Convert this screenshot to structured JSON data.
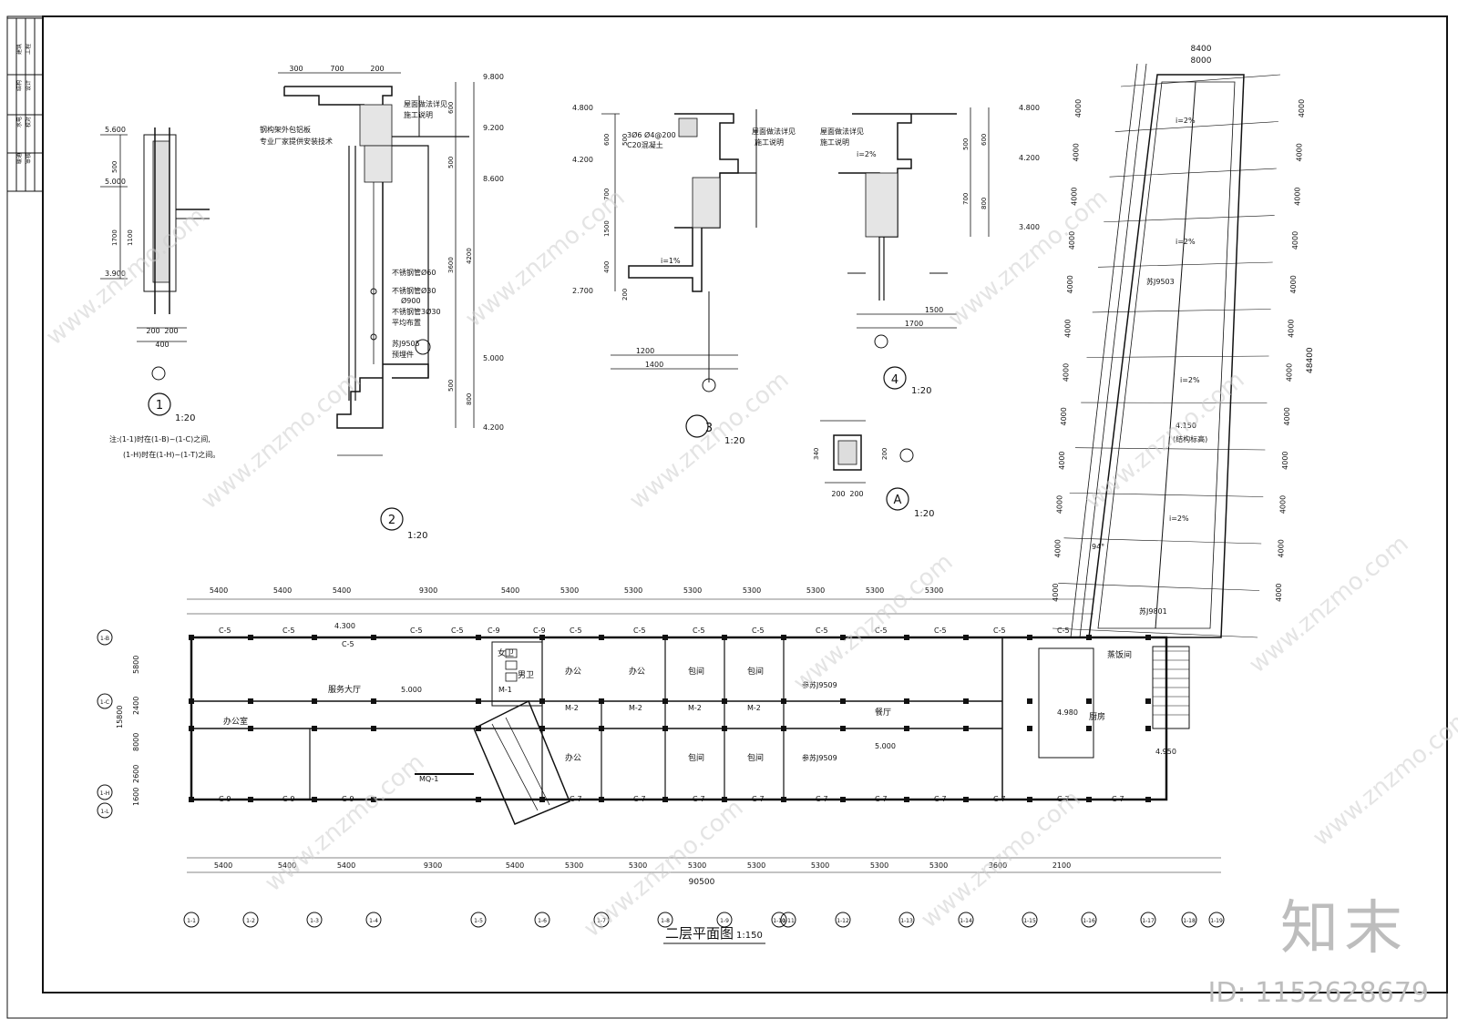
{
  "plan": {
    "title": "二层平面图",
    "scale": "1:150",
    "overall_dim": "90500",
    "rooms": [
      "办公室",
      "服务大厅",
      "办公",
      "办公",
      "包间",
      "包间",
      "办公",
      "包间",
      "包间",
      "餐厅",
      "厨房",
      "蒸饭间",
      "女卫",
      "男卫"
    ],
    "levels": [
      "4.300",
      "5.000",
      "4.980",
      "4.950",
      "5.000"
    ],
    "refs": [
      "参苏J9509",
      "参苏J9509",
      "苏J9801"
    ],
    "axis_bottom": [
      "1-1",
      "1-2",
      "1-3",
      "1-4",
      "1-5",
      "1-6",
      "1-7",
      "1-8",
      "1-9",
      "1-10",
      "1-11",
      "1-12",
      "1-13",
      "1-14",
      "1-15",
      "1-16",
      "1-17",
      "1-18",
      "1-19"
    ],
    "axis_left": [
      "1-B",
      "1-C",
      "1-H",
      "1-L"
    ],
    "dims_top": [
      "5400",
      "5400",
      "5400",
      "9300",
      "5400",
      "5300",
      "5300",
      "5300",
      "5300",
      "5300",
      "5300",
      "5300"
    ],
    "dims_bottom": [
      "5400",
      "5400",
      "5400",
      "9300",
      "5400",
      "5300",
      "5300",
      "5300",
      "5300",
      "5300",
      "5300",
      "5300",
      "3600",
      "2100"
    ],
    "dims_left": [
      "5800",
      "2400",
      "8000",
      "2600",
      "1600"
    ],
    "overall_left": "15800",
    "windows": [
      "C-5",
      "C-9",
      "C-7",
      "C-2",
      "M-2",
      "M-1",
      "MQ-1"
    ]
  },
  "wing": {
    "overall": "8400",
    "inner": "8000",
    "total_len": "48400",
    "slope": "i=2%",
    "level": "4.150",
    "level_note": "(结构标高)",
    "ref": "苏J9503",
    "bays": [
      "4000",
      "4000",
      "4000",
      "4000",
      "4000",
      "4000",
      "4000",
      "4000",
      "4000",
      "4000",
      "4000",
      "4000"
    ],
    "angle": "94°"
  },
  "details": [
    {
      "id": "1",
      "scale": "1:20",
      "levels": [
        "5.600",
        "5.000",
        "3.900"
      ],
      "dims": [
        "500",
        "1700",
        "1100",
        "400",
        "200",
        "200"
      ]
    },
    {
      "id": "2",
      "scale": "1:20",
      "levels": [
        "9.800",
        "9.200",
        "8.600",
        "5.000",
        "4.200"
      ],
      "dims": [
        "300",
        "700",
        "200",
        "600",
        "500",
        "4200",
        "3600",
        "500",
        "800"
      ],
      "notes": [
        "钢构架外包铝板",
        "专业厂家提供安装技术",
        "屋面做法详见",
        "施工说明",
        "不锈钢管Ø60",
        "不锈钢管Ø30",
        "Ø900",
        "不锈钢管3Ø30",
        "平均布置",
        "苏J9505",
        "预埋件"
      ]
    },
    {
      "id": "3",
      "scale": "1:20",
      "levels": [
        "4.800",
        "4.200",
        "2.700"
      ],
      "dims": [
        "600",
        "500",
        "700",
        "1500",
        "400",
        "200",
        "1200",
        "1400"
      ],
      "notes": [
        "3Ø6 Ø4@200",
        "C20混凝土",
        "屋面做法详见",
        "施工说明",
        "i=1%"
      ]
    },
    {
      "id": "4",
      "scale": "1:20",
      "levels": [
        "4.800",
        "4.200",
        "3.400"
      ],
      "dims": [
        "600",
        "500",
        "700",
        "800",
        "1500",
        "1700"
      ],
      "notes": [
        "屋面做法详见",
        "施工说明",
        "i=2%"
      ]
    },
    {
      "id": "A",
      "scale": "1:20",
      "dims": [
        "340",
        "200",
        "200",
        "200"
      ]
    }
  ],
  "note_line1": "注:(1-1)时在(1-B)~(1-C)之间,",
  "note_line2": "(1-H)时在(1-H)~(1-T)之间。",
  "title_block": [
    "工程",
    "设计",
    "校对",
    "审核",
    "建筑",
    "结构",
    "水电",
    "暖通"
  ],
  "watermark": "www.znzmo.com",
  "brand": "知末",
  "id_label": "ID: 1152628679"
}
